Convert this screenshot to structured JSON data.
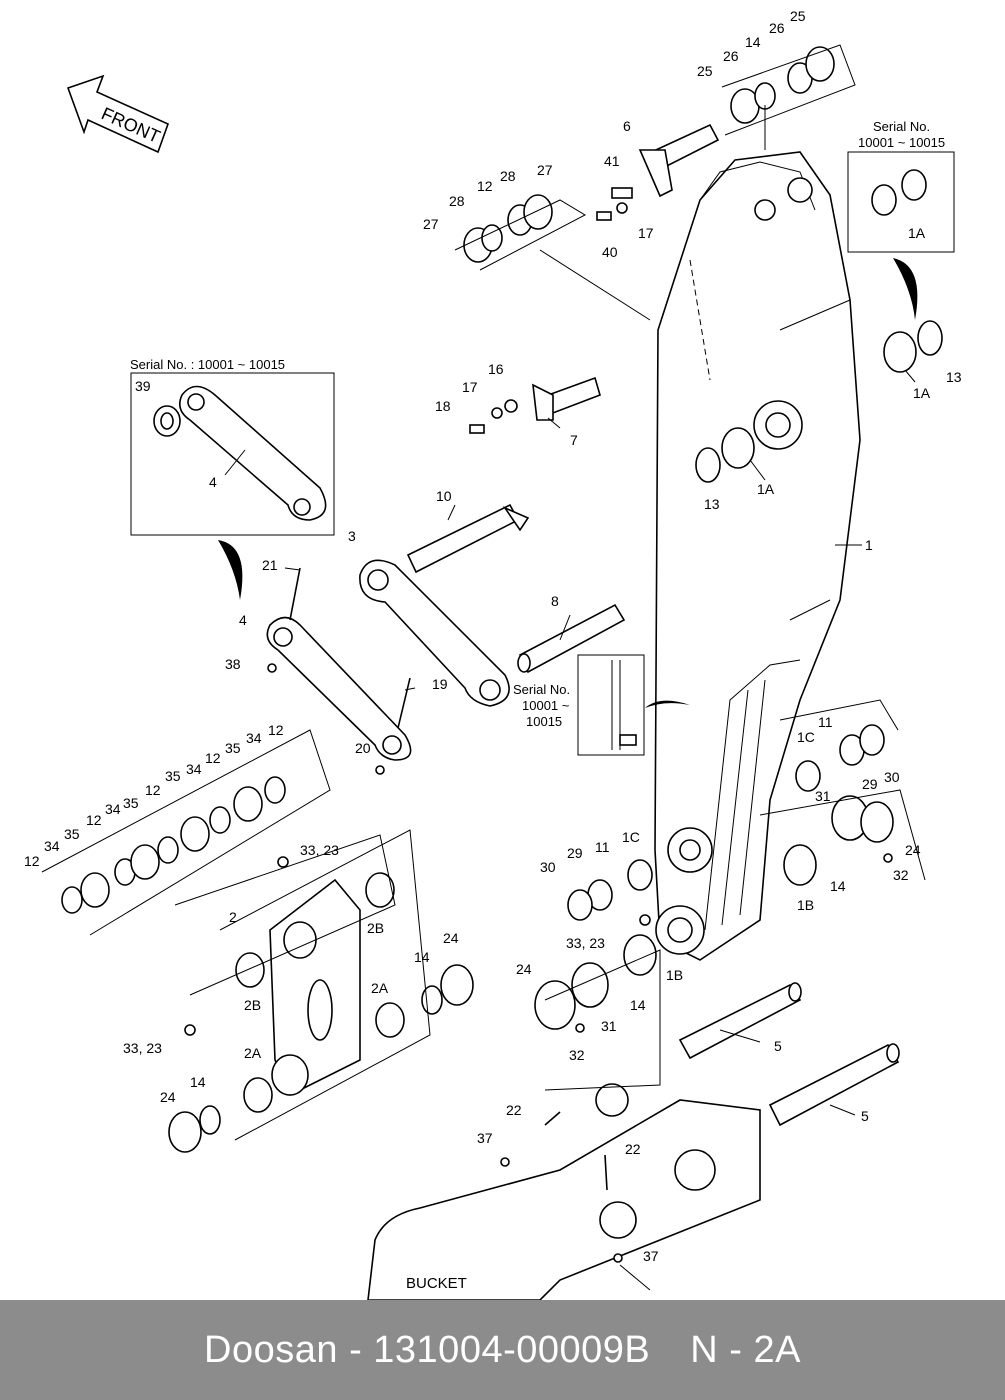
{
  "diagram": {
    "front_label": "FRONT",
    "bucket_label": "BUCKET",
    "serial_boxes": [
      {
        "line1": "Serial No.",
        "line2": "10001 ~ 10015"
      },
      {
        "line1": "Serial No. : 10001 ~ 10015"
      },
      {
        "line1": "Serial No.",
        "line2": "10001 ~",
        "line3": "10015"
      }
    ],
    "callouts": {
      "c1": "1",
      "c1a_1": "1A",
      "c1a_2": "1A",
      "c1a_3": "1A",
      "c1b_1": "1B",
      "c1b_2": "1B",
      "c1c_1": "1C",
      "c1c_2": "1C",
      "c2": "2",
      "c2a_1": "2A",
      "c2a_2": "2A",
      "c2b_1": "2B",
      "c2b_2": "2B",
      "c3": "3",
      "c4_1": "4",
      "c4_2": "4",
      "c5_1": "5",
      "c5_2": "5",
      "c6": "6",
      "c7": "7",
      "c8": "8",
      "c10": "10",
      "c11_1": "11",
      "c11_2": "11",
      "c12_a": "12",
      "c12_b": "12",
      "c12_c": "12",
      "c12_d": "12",
      "c12_e": "12",
      "c12_f": "12",
      "c13_1": "13",
      "c13_2": "13",
      "c14_1": "14",
      "c14_2": "14",
      "c14_3": "14",
      "c14_4": "14",
      "c14_5": "14",
      "c16": "16",
      "c17_1": "17",
      "c17_2": "17",
      "c18": "18",
      "c19": "19",
      "c20": "20",
      "c21": "21",
      "c22_1": "22",
      "c22_2": "22",
      "c24_1": "24",
      "c24_2": "24",
      "c24_3": "24",
      "c24_4": "24",
      "c25_1": "25",
      "c25_2": "25",
      "c26_1": "26",
      "c26_2": "26",
      "c27_1": "27",
      "c27_2": "27",
      "c28_1": "28",
      "c28_2": "28",
      "c29_1": "29",
      "c29_2": "29",
      "c30_1": "30",
      "c30_2": "30",
      "c31_1": "31",
      "c31_2": "31",
      "c32_1": "32",
      "c32_2": "32",
      "c3323_1": "33, 23",
      "c3323_2": "33, 23",
      "c3323_3": "33, 23",
      "c34_a": "34",
      "c34_b": "34",
      "c34_c": "34",
      "c35_a": "35",
      "c35_b": "35",
      "c35_c": "35",
      "c37_1": "37",
      "c37_2": "37",
      "c38": "38",
      "c39": "39",
      "c40": "40",
      "c41": "41"
    }
  },
  "footer": {
    "brand": "Doosan",
    "separator": "-",
    "part_number": "131004-00009B",
    "page_ref": "N - 2A"
  }
}
